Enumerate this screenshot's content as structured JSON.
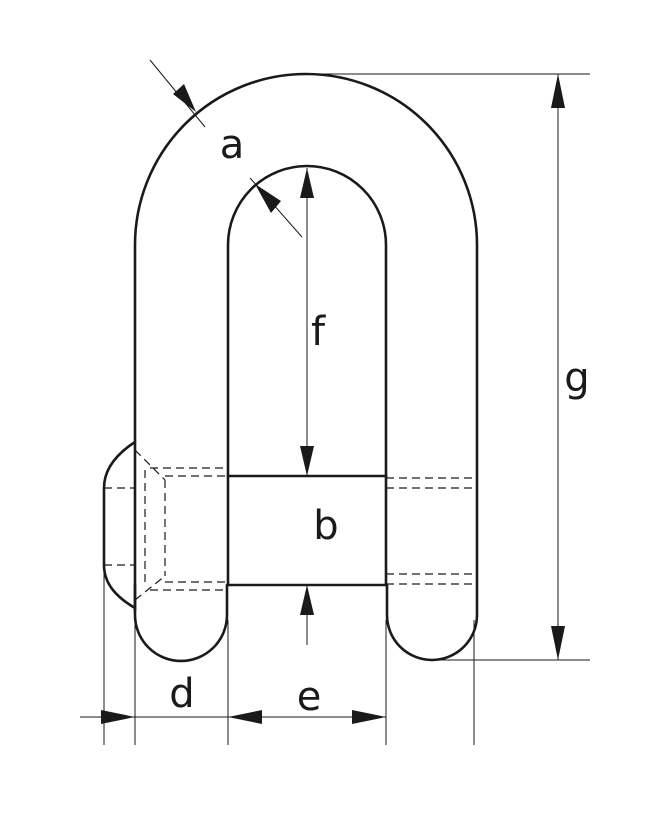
{
  "labels": {
    "a": "a",
    "b": "b",
    "d": "d",
    "e": "e",
    "f": "f",
    "g": "g"
  }
}
